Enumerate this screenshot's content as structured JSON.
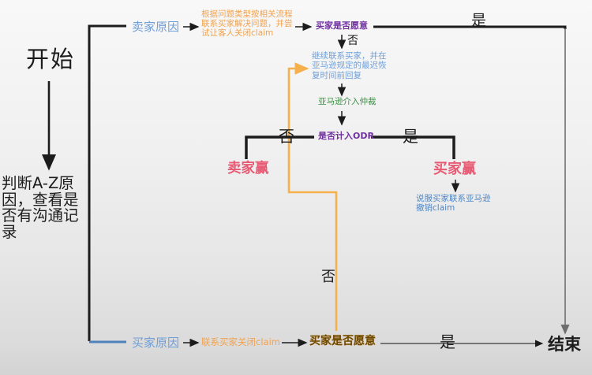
{
  "diagram_title": "A-Z claim handling flowchart",
  "palette": {
    "black": "#1c1c1c",
    "light_blue": "#6f9fd8",
    "orange_text": "#f2a24e",
    "purple": "#7030a0",
    "green": "#3a9143",
    "pink": "#e85a74",
    "medium_blue": "#4f86c6",
    "dark_gold": "#6b4a00",
    "spine_blue": "#4f81bd",
    "loop_orange": "#f5b04d",
    "gray_line": "#6e6e6e"
  },
  "nodes": {
    "start": "开始",
    "judge": "判断A-Z原因，查看是否有沟通记录",
    "seller_reason": "卖家原因",
    "seller_process": "根据问题类型按相关流程联系买家解决问题，并尝试让客人关闭claim",
    "buyer_willing_top": "买家是否愿意",
    "continue_contact": "继续联系买家，并在亚马逊规定的最迟恢复时间前回复",
    "amazon_arbitration": "亚马逊介入仲裁",
    "odr": "是否计入ODR",
    "seller_win": "卖家赢",
    "buyer_win": "买家赢",
    "persuade": "说服买家联系亚马逊撤销claim",
    "buyer_reason": "买家原因",
    "contact_close": "联系买家关闭claim",
    "buyer_willing_bottom": "买家是否愿意",
    "end": "结束"
  },
  "labels": {
    "top_yes": "是",
    "top_no": "否",
    "odr_no": "否",
    "odr_yes": "是",
    "loop_no": "否",
    "bottom_yes": "是"
  }
}
